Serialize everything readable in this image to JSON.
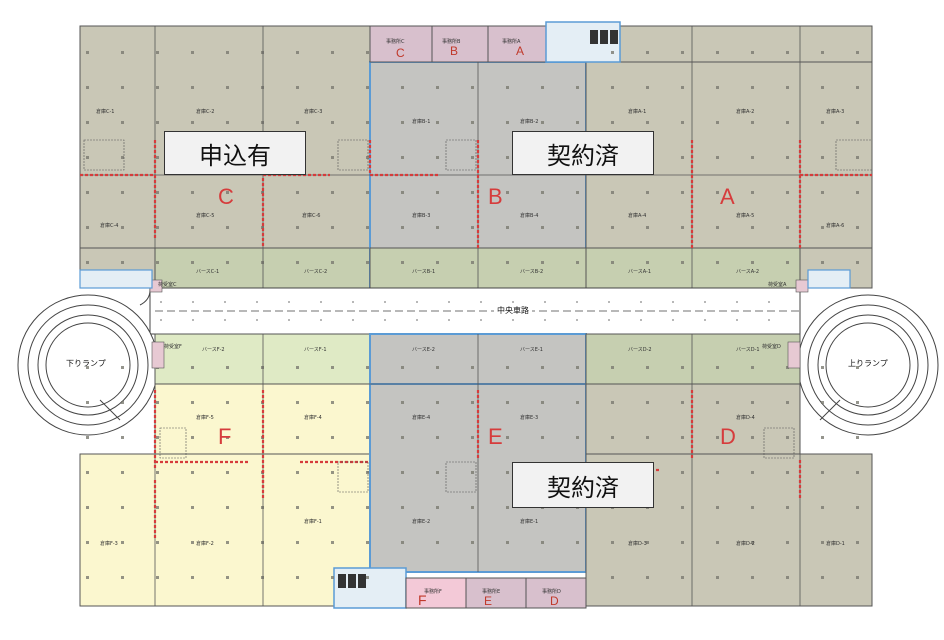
{
  "status_labels": {
    "zone_c": "申込有",
    "zone_b": "契約済",
    "zone_e": "契約済"
  },
  "zone_letters": {
    "a": "A",
    "b": "B",
    "c": "C",
    "d": "D",
    "e": "E",
    "f": "F"
  },
  "office_letters": {
    "c": "C",
    "b": "B",
    "a": "A",
    "f": "F",
    "e": "E",
    "d": "D"
  },
  "offices": {
    "c": "事務所C",
    "b": "事務所B",
    "a": "事務所A",
    "f": "事務所F",
    "e": "事務所E",
    "d": "事務所D"
  },
  "central_aisle": "中央車路",
  "ramps": {
    "down": "下りランプ",
    "up": "上りランプ"
  },
  "rooms": {
    "c1": "倉庫C-1",
    "c2": "倉庫C-2",
    "c3": "倉庫C-3",
    "c4": "倉庫C-4",
    "c5": "倉庫C-5",
    "c6": "倉庫C-6",
    "b1": "倉庫B-1",
    "b2": "倉庫B-2",
    "b3": "倉庫B-3",
    "b4": "倉庫B-4",
    "a1": "倉庫A-1",
    "a2": "倉庫A-2",
    "a3": "倉庫A-3",
    "a4": "倉庫A-4",
    "a5": "倉庫A-5",
    "a6": "倉庫A-6",
    "berth_c1": "バースC-1",
    "berth_c2": "バースC-2",
    "berth_b1": "バースB-1",
    "berth_b2": "バースB-2",
    "berth_a1": "バースA-1",
    "berth_a2": "バースA-2",
    "berth_f2": "バースF-2",
    "berth_f1": "バースF-1",
    "berth_e2": "バースE-2",
    "berth_e1": "バースE-1",
    "berth_d2": "バースD-2",
    "berth_d1": "バースD-1",
    "f5": "倉庫F-5",
    "f4": "倉庫F-4",
    "f3": "倉庫F-3",
    "f2": "倉庫F-2",
    "f1": "倉庫F-1",
    "e4": "倉庫E-4",
    "e3": "倉庫E-3",
    "e2": "倉庫E-2",
    "e1": "倉庫E-1",
    "d4": "倉庫D-4",
    "d3": "倉庫D-3",
    "d2": "倉庫D-2",
    "d1": "倉庫D-1",
    "guard_c": "荷受室C",
    "guard_a": "荷受室A",
    "guard_f": "荷受室F",
    "guard_d": "荷受室D"
  },
  "colors": {
    "warehouse_gray": "#c9c7b6",
    "berth_green": "#c6cfb0",
    "zone_b_gray": "#c4c4c1",
    "zone_f_yellow": "#fbf7cf",
    "berth_f_green": "#dfeac5",
    "office_pink": "#d8c0cd",
    "office_f_pink": "#f3c9d7",
    "fire_shutter_red": "#d63c3c",
    "zone_border_blue": "#5b9bd5"
  }
}
